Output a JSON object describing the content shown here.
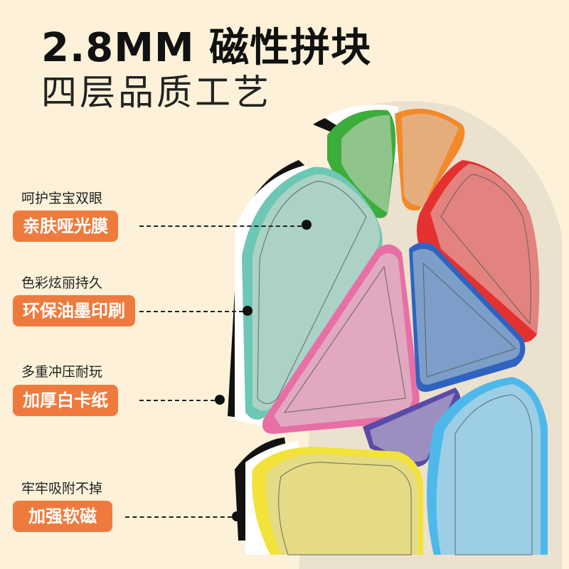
{
  "header": {
    "title": "2.8MM 磁性拼块",
    "subtitle": "四层品质工艺"
  },
  "features": [
    {
      "caption": "呵护宝宝双眼",
      "badge": "亲肤哑光膜"
    },
    {
      "caption": "色彩炫丽持久",
      "badge": "环保油墨印刷"
    },
    {
      "caption": "多重冲压耐玩",
      "badge": "加厚白卡纸"
    },
    {
      "caption": "牢牢吸附不掉",
      "badge": "加强软磁"
    }
  ],
  "colors": {
    "background": "#fdf2d9",
    "badge": "#ee7b3d"
  }
}
